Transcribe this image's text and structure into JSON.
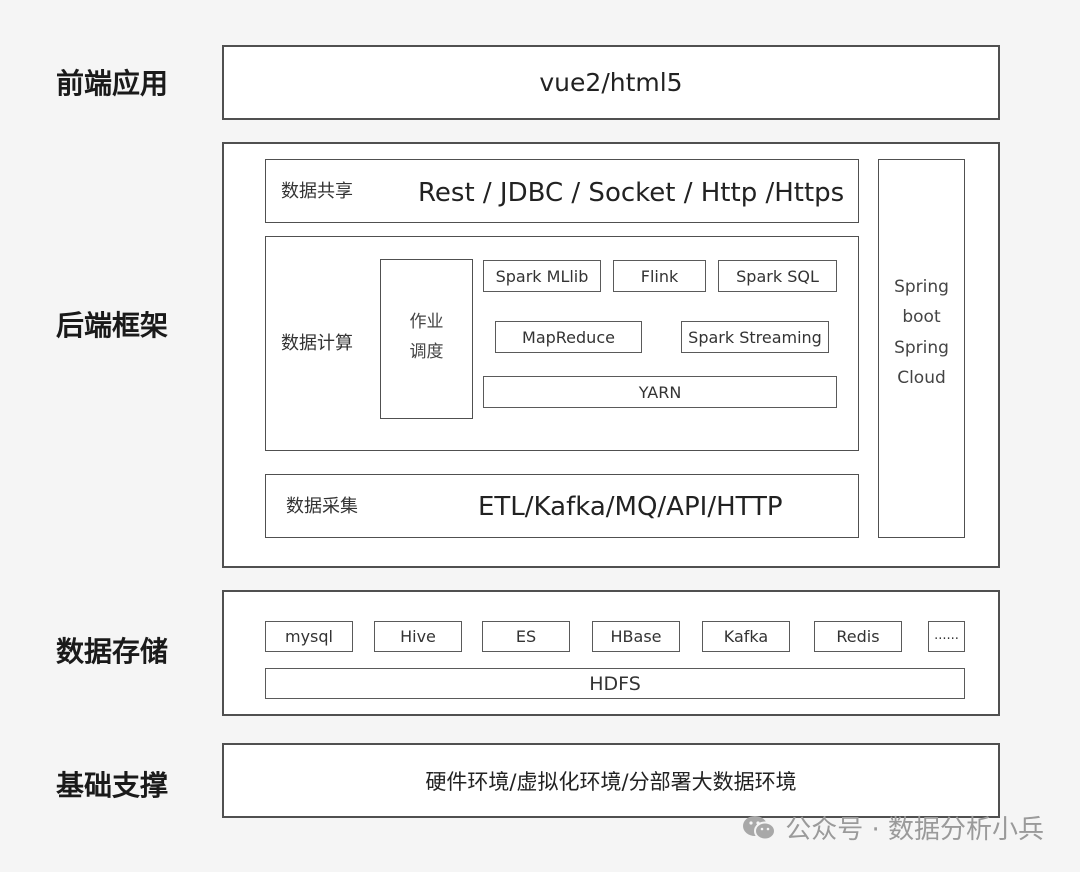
{
  "layers": {
    "frontend": {
      "label": "前端应用",
      "content": "vue2/html5"
    },
    "backend": {
      "label": "后端框架",
      "sharing": {
        "label": "数据共享",
        "protocols": "Rest / JDBC  / Socket  / Http /Https"
      },
      "compute": {
        "label": "数据计算",
        "scheduler": {
          "line1": "作业",
          "line2": "调度"
        },
        "modules": {
          "spark_mllib": "Spark MLlib",
          "flink": "Flink",
          "spark_sql": "Spark SQL",
          "mapreduce": "MapReduce",
          "spark_streaming": "Spark Streaming",
          "yarn": "YARN"
        }
      },
      "collection": {
        "label": "数据采集",
        "tools": "ETL/Kafka/MQ/API/HTTP"
      },
      "spring": {
        "line1": "Spring",
        "line2": "boot",
        "line3": "Spring",
        "line4": "Cloud"
      }
    },
    "storage": {
      "label": "数据存储",
      "items": [
        "mysql",
        "Hive",
        "ES",
        "HBase",
        "Kafka",
        "Redis",
        "......"
      ],
      "base": "HDFS"
    },
    "infrastructure": {
      "label": "基础支撑",
      "content": "硬件环境/虚拟化环境/分部署大数据环境"
    }
  },
  "watermark": {
    "text": "公众号 · 数据分析小兵",
    "icon": "wechat-icon"
  }
}
